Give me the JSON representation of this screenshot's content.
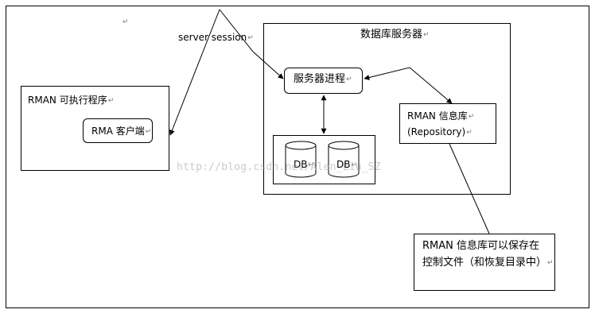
{
  "server_session": "server session",
  "db_server": {
    "title": "数据库服务器"
  },
  "server_process": "服务器进程",
  "rman_program": {
    "title": "RMAN 可执行程序",
    "client": "RMA 客户端"
  },
  "repository": {
    "line1": "RMAN 信息库",
    "line2": "(Repository)"
  },
  "databases": [
    "DB",
    "DB"
  ],
  "note": {
    "line1": "RMAN  信息库可以保存在",
    "line2": "控制文件（和恢复目录中）"
  },
  "paragraph_mark": "↵",
  "watermark": "http://blog.csdn.net/Alen_Liu_SZ"
}
